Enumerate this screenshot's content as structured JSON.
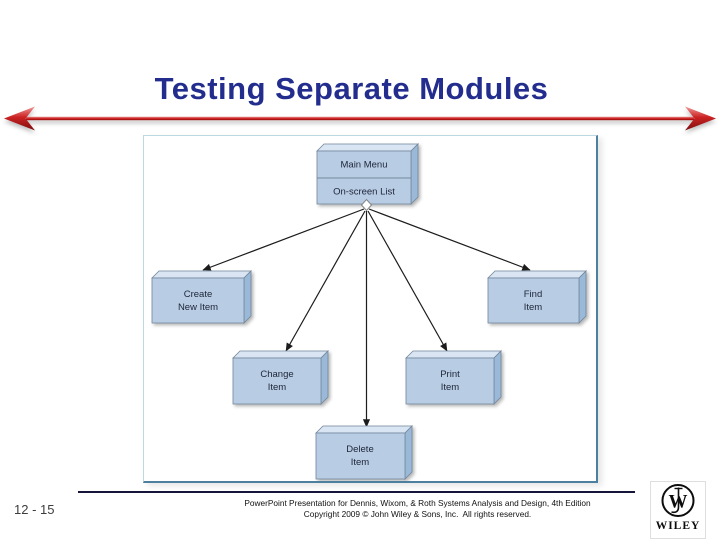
{
  "slide": {
    "title": "Testing Separate Modules",
    "page_number": "12 - 15"
  },
  "diagram": {
    "root": {
      "line1": "Main Menu",
      "line2": "On-screen List"
    },
    "modules": [
      {
        "line1": "Create",
        "line2": "New Item"
      },
      {
        "line1": "Find",
        "line2": "Item"
      },
      {
        "line1": "Change",
        "line2": "Item"
      },
      {
        "line1": "Print",
        "line2": "Item"
      },
      {
        "line1": "Delete",
        "line2": "Item"
      }
    ]
  },
  "footer": {
    "line1": "PowerPoint Presentation for Dennis, Wixom, & Roth Systems Analysis and Design, 4th Edition",
    "line2": "Copyright 2009 © John Wiley & Sons, Inc.  All rights reserved."
  },
  "logo": {
    "monogram": "W",
    "wordmark": "WILEY"
  },
  "colors": {
    "title_color": "#232d8e",
    "accent_red": "#c00000",
    "box_front": "#b8cce4",
    "box_top": "#d9e5f3",
    "box_side": "#9ab8d8",
    "box_border": "#74879c",
    "box_text": "#20283a",
    "connector": "#1c1c1c",
    "frame_light": "#bcd9e2",
    "frame_dark": "#4d7f9e",
    "footer_text": "#111111",
    "page_number": "#3d3d3d"
  }
}
